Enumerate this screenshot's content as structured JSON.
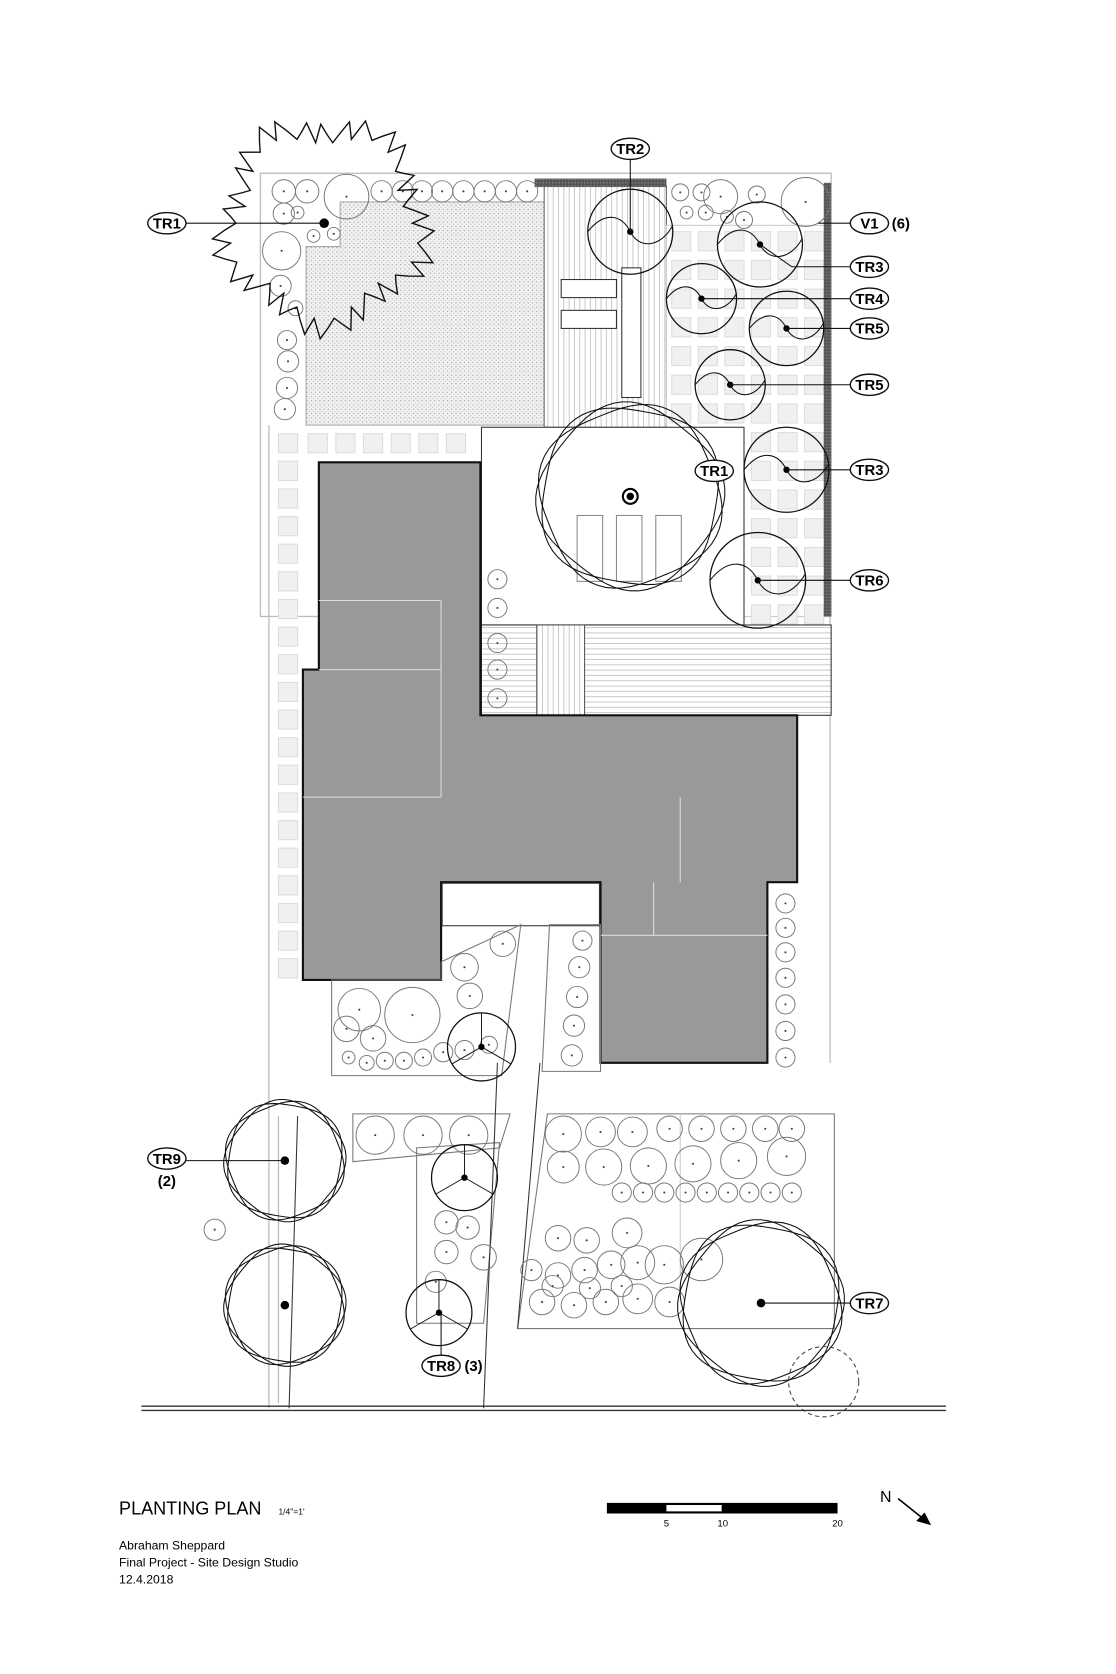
{
  "labels": {
    "tr1_top": "TR1",
    "tr2": "TR2",
    "v1": "V1",
    "v1_count": "(6)",
    "tr3_a": "TR3",
    "tr4": "TR4",
    "tr5_a": "TR5",
    "tr5_b": "TR5",
    "tr1_center": "TR1",
    "tr3_b": "TR3",
    "tr6": "TR6",
    "tr9": "TR9",
    "tr9_count": "(2)",
    "tr7": "TR7",
    "tr8": "TR8",
    "tr8_count": "(3)"
  },
  "title_block": {
    "title": "PLANTING PLAN",
    "scale": "1/4\"=1'",
    "author": "Abraham Sheppard",
    "project": "Final Project - Site Design Studio",
    "date": "12.4.2018"
  },
  "scale_bar": {
    "ticks": [
      "5",
      "10",
      "20"
    ]
  },
  "north_arrow": {
    "label": "N"
  },
  "colors": {
    "house": "#999999",
    "line": "#111111",
    "light_line": "#bbbbbb"
  }
}
